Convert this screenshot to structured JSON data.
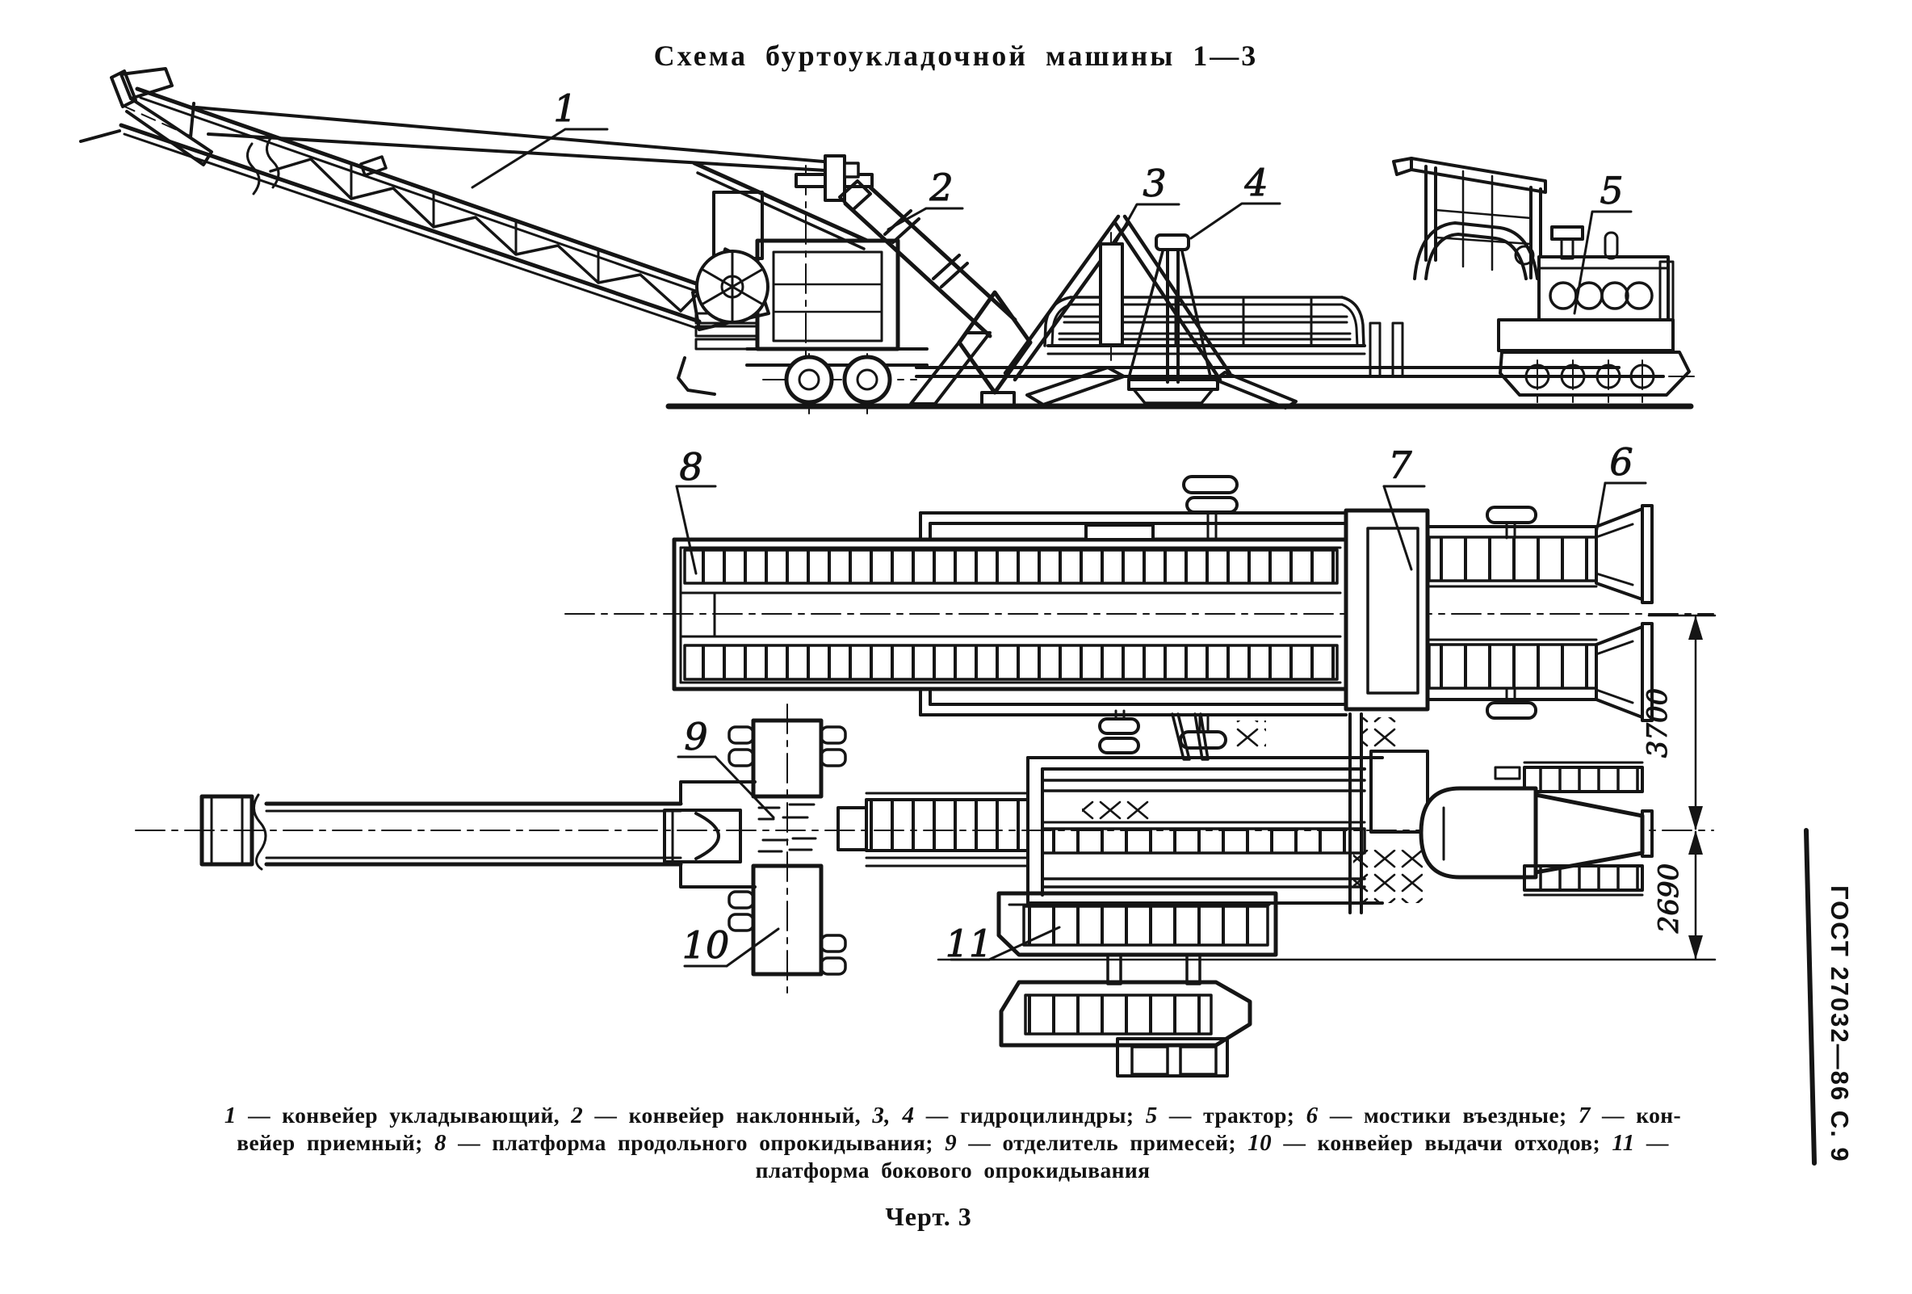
{
  "title": "Схема буртоукладочной машины 1—3",
  "figure_caption": "Черт. 3",
  "standard_ref": "ГОСТ 27032—86 С. 9",
  "callouts": {
    "c1": "1",
    "c2": "2",
    "c3": "3",
    "c4": "4",
    "c5": "5",
    "c6": "6",
    "c7": "7",
    "c8": "8",
    "c9": "9",
    "c10": "10",
    "c11": "11"
  },
  "dimensions": {
    "between_centerlines": "3700",
    "centerline_to_platform": "2690"
  },
  "legend": {
    "lines": [
      [
        {
          "n": "1"
        },
        {
          "t": " — конвейер укладывающий, "
        },
        {
          "n": "2"
        },
        {
          "t": " — конвейер наклонный, "
        },
        {
          "n": "3, 4"
        },
        {
          "t": " — гидроцилиндры; "
        },
        {
          "n": "5"
        },
        {
          "t": " — трактор; "
        },
        {
          "n": "6"
        },
        {
          "t": " — мостики въездные; "
        },
        {
          "n": "7"
        },
        {
          "t": " — кон-"
        }
      ],
      [
        {
          "t": "вейер приемный; "
        },
        {
          "n": "8"
        },
        {
          "t": " — платформа продольного опрокидывания; "
        },
        {
          "n": "9"
        },
        {
          "t": " — отделитель примесей; "
        },
        {
          "n": "10"
        },
        {
          "t": " — конвейер выдачи отходов; "
        },
        {
          "n": "11"
        },
        {
          "t": " —"
        }
      ],
      [
        {
          "t": "платформа бокового опрокидывания"
        }
      ]
    ]
  },
  "colors": {
    "ink": "#151515",
    "paper": "#ffffff"
  }
}
